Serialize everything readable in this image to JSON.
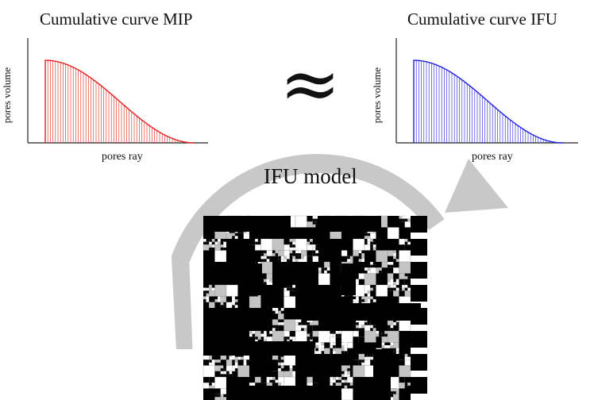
{
  "left_panel": {
    "title": "Cumulative curve MIP",
    "ylabel": "pores volume",
    "xlabel": "pores ray",
    "color": "#e02020"
  },
  "right_panel": {
    "title": "Cumulative curve IFU",
    "ylabel": "pores volume",
    "xlabel": "pores ray",
    "color": "#2020e0"
  },
  "approx_symbol": "≈",
  "model_title": "IFU model",
  "arrow_color": "#c8c8c8",
  "fractal_colors": {
    "black": "#000000",
    "gray": "#c4c4c4",
    "white": "#ffffff"
  }
}
